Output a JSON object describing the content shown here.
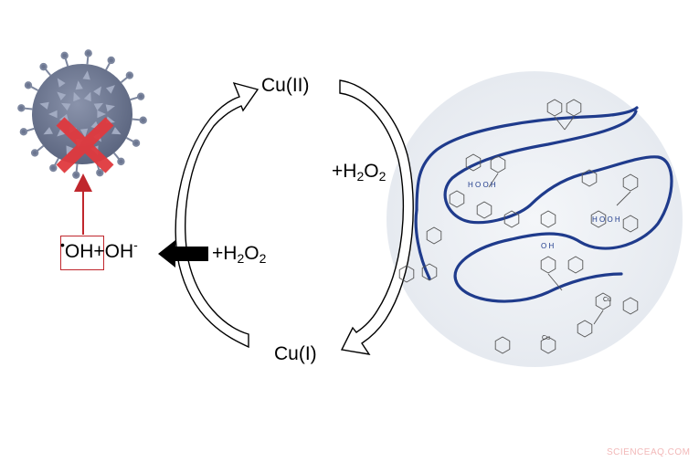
{
  "labels": {
    "cu_ii": "Cu(II)",
    "cu_i": "Cu(I)",
    "h2o2_top": {
      "prefix": "+H",
      "sub1": "2",
      "mid": "O",
      "sub2": "2"
    },
    "h2o2_left": {
      "prefix": "+H",
      "sub1": "2",
      "mid": "O",
      "sub2": "2"
    },
    "radical_dot": "•",
    "oh_radical": "OH",
    "plus_oh": "+OH",
    "oh_charge": "-"
  },
  "polymer_labels": {
    "ho_1": "H O O H",
    "ho_2": "H O O H",
    "ho_3": "O H",
    "cu": "Cu"
  },
  "watermark": "SCIENCEAQ.COM",
  "colors": {
    "virus_body": "#6b7590",
    "virus_spike": "#8c96b0",
    "cross": "#e0393e",
    "red_frame": "#c0272d",
    "polymer": "#1f3b8c",
    "disk": "#eef1f5"
  }
}
